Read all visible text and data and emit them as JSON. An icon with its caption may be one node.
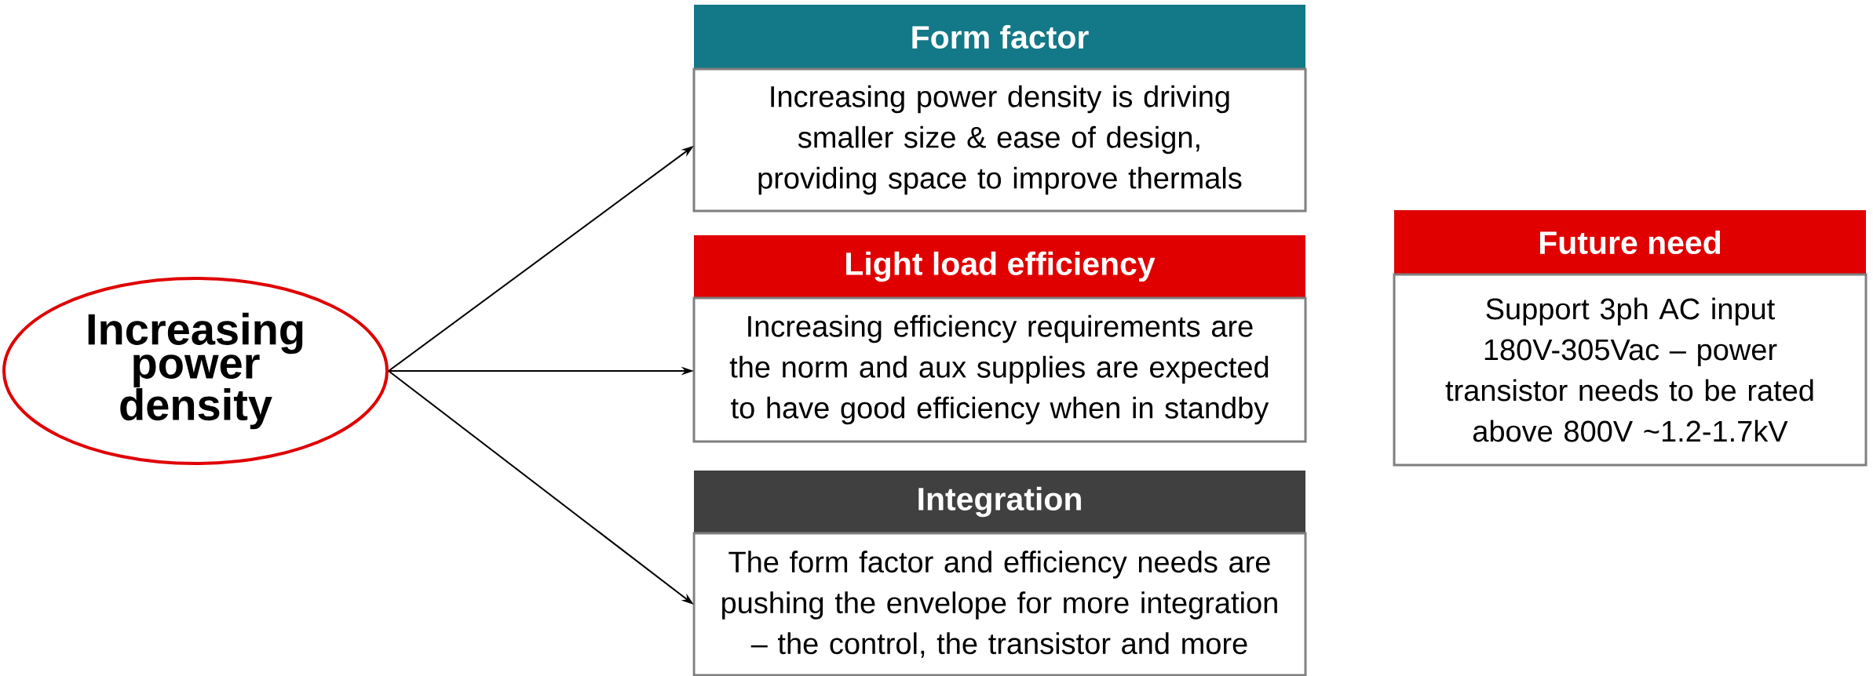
{
  "diagram": {
    "nodes": [
      {
        "text": [
          "Increasing power density"
        ]
      },
      {
        "text": [
          "Form factor",
          "Increasing power density is driving smaller size & ease of design, providing space to improve thermals"
        ]
      },
      {
        "text": [
          "Light load efficiency",
          "Increasing efficiency requirements are the norm and aux supplies are expected to have good efficiency when in standby"
        ]
      },
      {
        "text": [
          "Integration",
          "The form factor and efficiency needs are pushing the envelope for more integration – the control, the transistor and more"
        ]
      },
      {
        "text": [
          "Future need",
          "Support 3ph AC input 180V-305Vac – power transistor needs to be rated above 800V ~1.2-1.7kV"
        ]
      }
    ],
    "edges": [
      {
        "from": 0,
        "to": 1,
        "arrow": "to"
      },
      {
        "from": 0,
        "to": 2,
        "arrow": "to"
      },
      {
        "from": 0,
        "to": 3,
        "arrow": "to"
      }
    ]
  }
}
